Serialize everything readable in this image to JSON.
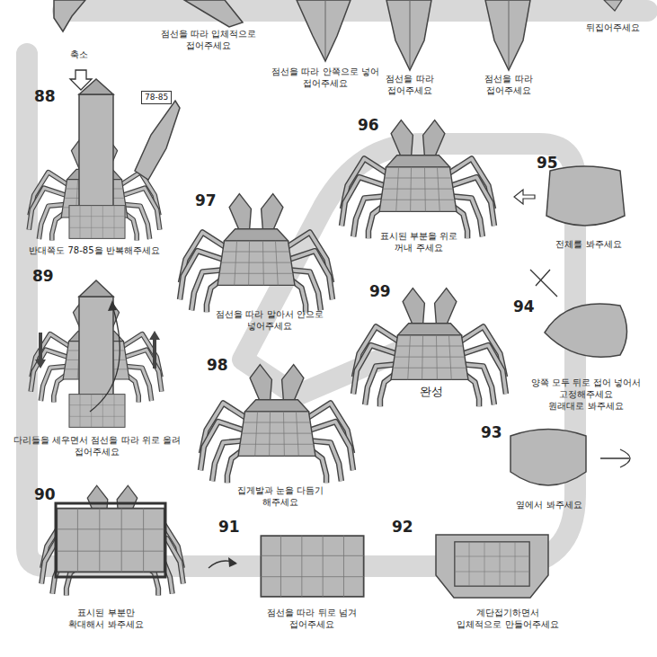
{
  "diagram": {
    "nodes": [
      {
        "text": [
          "78-85"
        ]
      }
    ],
    "labels": [
      "축소",
      "점선을 따라 입체적으로 접어주세요",
      "점선을 따라 안쪽으로 넣어 접어주세요",
      "점선을 따라 접어주세요",
      "점선을 따라 접어주세요",
      "뒤집어주세요",
      "88",
      "반대쪽도 78-85을 반복해주세요",
      "89",
      "다리들을 세우면서 점선을 따라 위로 올려 접어주세요",
      "90",
      "표시된 부분만 확대해서 봐주세요",
      "91",
      "점선을 따라 뒤로 넘겨 접어주세요",
      "92",
      "계단접기하면서 입체적으로 만들어주세요",
      "93",
      "옆에서 봐주세요",
      "94",
      "양쪽 모두 뒤로 접어 넣어서 고정해주세요",
      "원래대로 봐주세요",
      "95",
      "전체를 봐주세요",
      "96",
      "표시된 부분을 위로 꺼내 주세요",
      "97",
      "점선을 따라 말아서 안으로 넣어주세요",
      "98",
      "집게발과 눈을 다듬기 해주세요",
      "99",
      "완성"
    ]
  }
}
